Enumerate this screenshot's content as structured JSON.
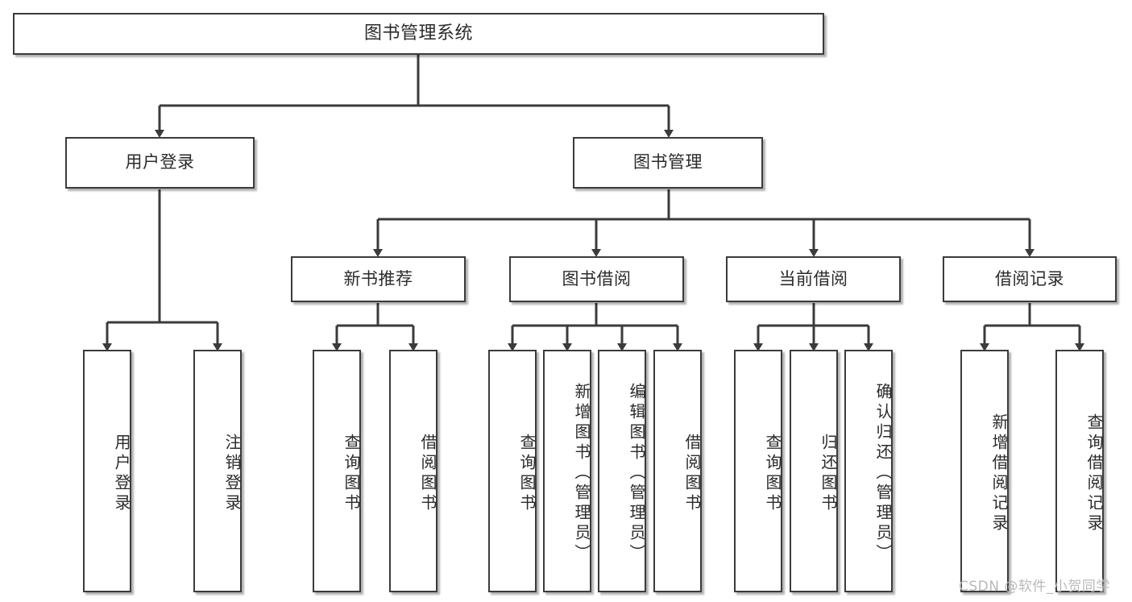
{
  "diagram": {
    "title": "图书管理系统",
    "type": "hierarchy-tree",
    "stroke_color": "#3b3b3b",
    "fill_color": "#ffffff",
    "background_color": "#ffffff"
  },
  "root": {
    "label": "图书管理系统"
  },
  "level2": [
    {
      "label": "用户登录"
    },
    {
      "label": "图书管理"
    }
  ],
  "level3": [
    {
      "label": "新书推荐"
    },
    {
      "label": "图书借阅"
    },
    {
      "label": "当前借阅"
    },
    {
      "label": "借阅记录"
    }
  ],
  "leaves": {
    "user_login": [
      {
        "label": "用户登录"
      },
      {
        "label": "注销登录"
      }
    ],
    "new_book_recommend": [
      {
        "label": "查询图书"
      },
      {
        "label": "借阅图书"
      }
    ],
    "book_borrow": [
      {
        "label": "查询图书"
      },
      {
        "label": "新增图书（管理员）"
      },
      {
        "label": "编辑图书（管理员）"
      },
      {
        "label": "借阅图书"
      }
    ],
    "current_borrow": [
      {
        "label": "查询图书"
      },
      {
        "label": "归还图书"
      },
      {
        "label": "确认归还（管理员）"
      }
    ],
    "borrow_record": [
      {
        "label": "新增借阅记录"
      },
      {
        "label": "查询借阅记录"
      }
    ]
  },
  "watermark": {
    "text": "CSDN @软件_小贺同学"
  }
}
